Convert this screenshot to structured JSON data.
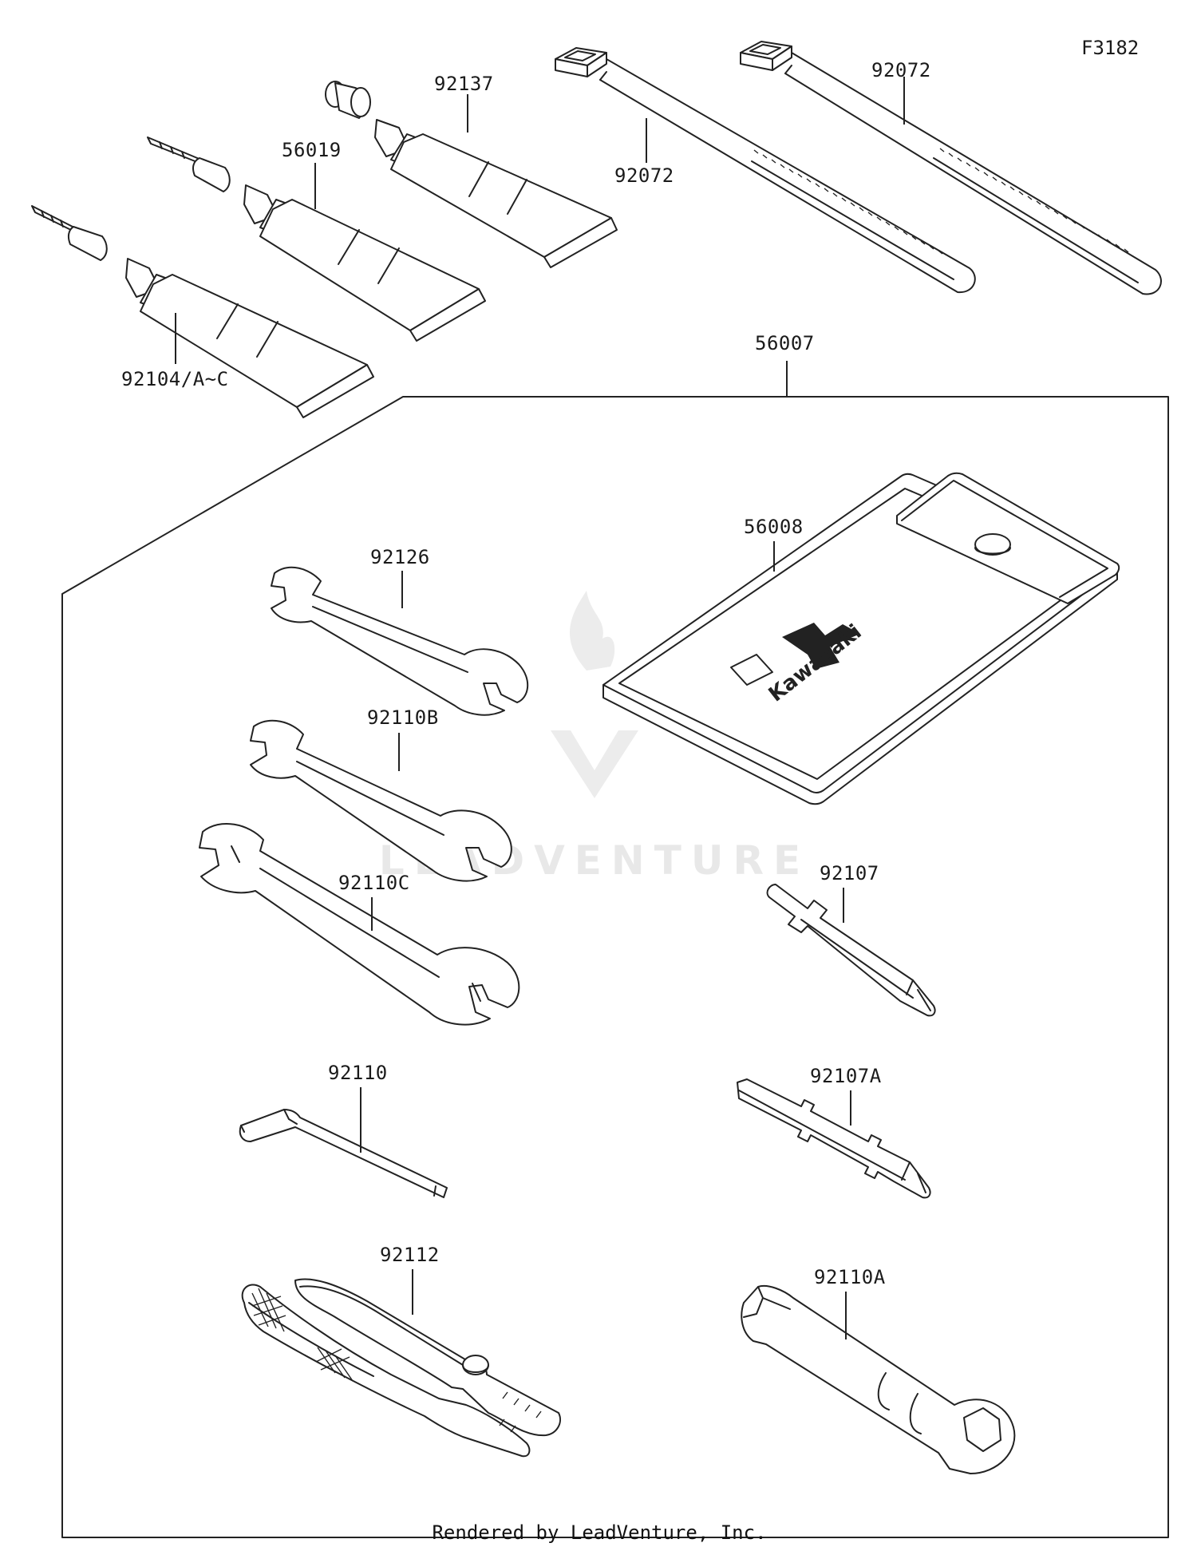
{
  "figure_id": "F3182",
  "parts": [
    {
      "id": "tube-92104",
      "label": "92104/A~C"
    },
    {
      "id": "tube-56019",
      "label": "56019"
    },
    {
      "id": "tube-92137",
      "label": "92137"
    },
    {
      "id": "tie-92072-a",
      "label": "92072"
    },
    {
      "id": "tie-92072-b",
      "label": "92072"
    },
    {
      "id": "toolkit",
      "label": "56007"
    },
    {
      "id": "pouch",
      "label": "56008"
    },
    {
      "id": "wrench-92126",
      "label": "92126"
    },
    {
      "id": "wrench-92110B",
      "label": "92110B"
    },
    {
      "id": "wrench-92110C",
      "label": "92110C"
    },
    {
      "id": "hexkey",
      "label": "92110"
    },
    {
      "id": "pliers",
      "label": "92112"
    },
    {
      "id": "driver-92107",
      "label": "92107"
    },
    {
      "id": "driver-92107A",
      "label": "92107A"
    },
    {
      "id": "boxspanner",
      "label": "92110A"
    }
  ],
  "pouch_brand": "Kawasaki",
  "watermark": "LEADVENTURE",
  "footer": "Rendered by LeadVenture, Inc."
}
